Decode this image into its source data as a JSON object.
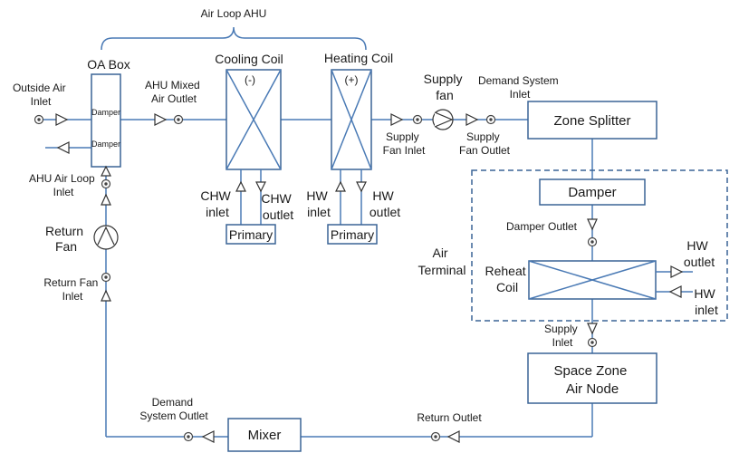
{
  "colors": {
    "pipe": "#4a7ab5",
    "box": "#3a6496",
    "ink": "#333333"
  },
  "labels": {
    "air_loop": "Air Loop AHU",
    "oa_box": "OA Box",
    "damper": "Damper",
    "outside_air_inlet": [
      "Outside Air",
      "Inlet"
    ],
    "ahu_mixed_air_outlet": [
      "AHU Mixed",
      "Air Outlet"
    ],
    "ahu_air_loop_inlet": [
      "AHU Air Loop",
      "Inlet"
    ],
    "return_fan": [
      "Return",
      "Fan"
    ],
    "return_fan_inlet": [
      "Return Fan",
      "Inlet"
    ],
    "cooling_coil": "Cooling Coil",
    "cooling_sign": "(-)",
    "heating_coil": "Heating Coil",
    "heating_sign": "(+)",
    "chw_inlet": [
      "CHW",
      "inlet"
    ],
    "chw_outlet": [
      "CHW",
      "outlet"
    ],
    "hw_inlet": [
      "HW",
      "inlet"
    ],
    "hw_outlet": [
      "HW",
      "outlet"
    ],
    "primary": "Primary",
    "supply_fan": [
      "Supply",
      "fan"
    ],
    "supply_fan_inlet": [
      "Supply",
      "Fan Inlet"
    ],
    "supply_fan_outlet": [
      "Supply",
      "Fan Outlet"
    ],
    "demand_system_inlet": [
      "Demand System",
      "Inlet"
    ],
    "zone_splitter": "Zone Splitter",
    "damper_box": "Damper",
    "damper_outlet": "Damper Outlet",
    "air_terminal": [
      "Air",
      "Terminal"
    ],
    "reheat_coil": [
      "Reheat",
      "Coil"
    ],
    "reheat_hw_outlet": [
      "HW",
      "outlet"
    ],
    "reheat_hw_inlet": [
      "HW",
      "inlet"
    ],
    "supply_inlet": [
      "Supply",
      "Inlet"
    ],
    "space_zone": [
      "Space Zone",
      "Air Node"
    ],
    "return_outlet": "Return Outlet",
    "mixer": "Mixer",
    "demand_system_outlet": [
      "Demand",
      "System Outlet"
    ]
  }
}
